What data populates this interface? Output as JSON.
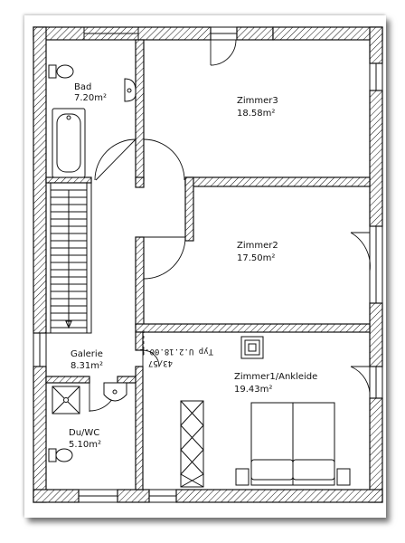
{
  "rooms": [
    {
      "name": "Bad",
      "area": "7.20m²"
    },
    {
      "name": "Zimmer3",
      "area": "18.58m²"
    },
    {
      "name": "Zimmer2",
      "area": "17.50m²"
    },
    {
      "name": "Galerie",
      "area": "8.31m²"
    },
    {
      "name": "Du/WC",
      "area": "5.10m²"
    },
    {
      "name": "Zimmer1/Ankleide",
      "area": "19.43m²"
    }
  ],
  "window_note": {
    "line1": "43/57",
    "line2": "Typ U.2.18.00.L"
  },
  "colors": {
    "line": "#111111",
    "background": "#ffffff"
  }
}
